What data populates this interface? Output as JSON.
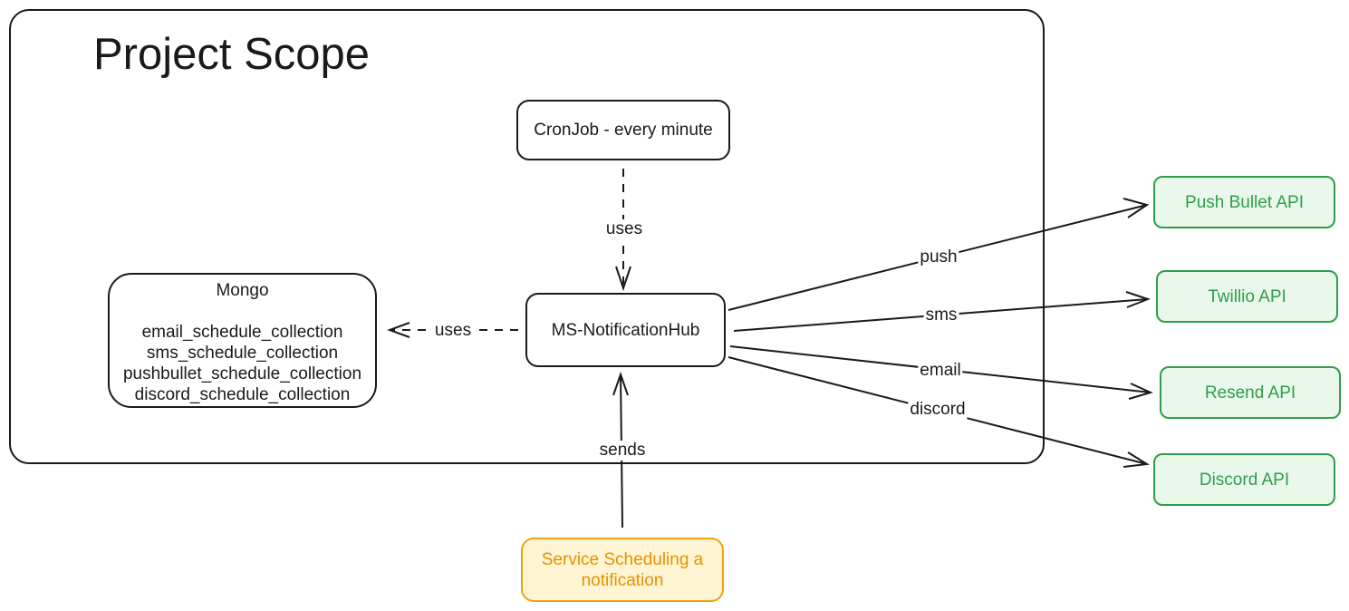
{
  "scope": {
    "title": "Project Scope"
  },
  "nodes": {
    "cronjob": "CronJob - every minute",
    "hub": "MS-NotificationHub",
    "mongo": {
      "title": "Mongo",
      "collections": [
        "email_schedule_collection",
        "sms_schedule_collection",
        "pushbullet_schedule_collection",
        "discord_schedule_collection"
      ]
    },
    "service": [
      "Service Scheduling a",
      "notification"
    ],
    "pushbullet": "Push Bullet API",
    "twilio": "Twillio API",
    "resend": "Resend API",
    "discord": "Discord API"
  },
  "edges": {
    "cron_uses": "uses",
    "mongo_uses": "uses",
    "sends": "sends",
    "push": "push",
    "sms": "sms",
    "email": "email",
    "discord": "discord"
  },
  "colors": {
    "external_stroke": "#2e9e4a",
    "external_fill": "#eaf8ec",
    "service_stroke": "#f0a30a",
    "service_fill": "#fff5d4",
    "line": "#1a1a1a"
  }
}
